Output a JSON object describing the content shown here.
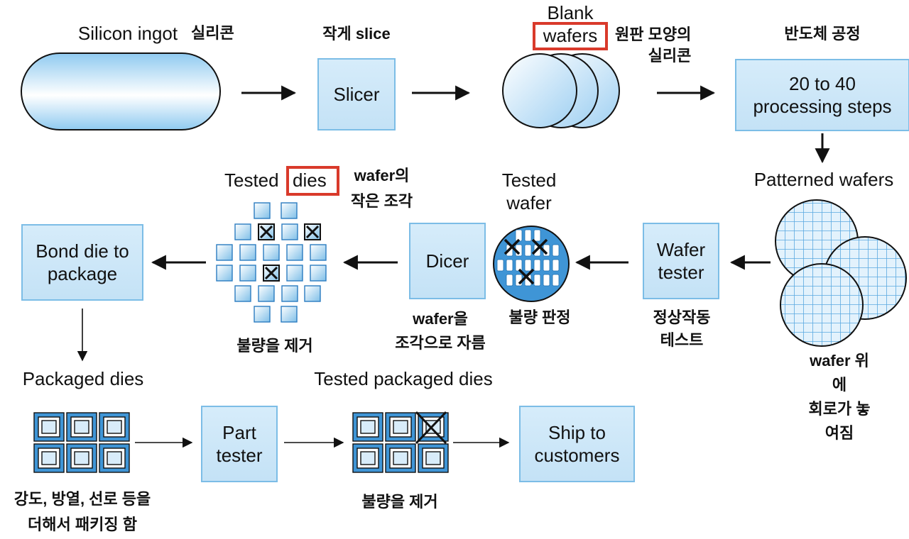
{
  "steps": {
    "silicon_ingot": "Silicon ingot",
    "slicer": "Slicer",
    "blank_wafers_line1": "Blank",
    "blank_wafers_line2": "wafers",
    "processing": "20 to 40\nprocessing steps",
    "patterned_wafers": "Patterned wafers",
    "wafer_tester": "Wafer\ntester",
    "tested_wafer": "Tested\nwafer",
    "dicer": "Dicer",
    "tested_dies_line1": "Tested",
    "tested_dies_line2": "dies",
    "bond_die": "Bond die to\npackage",
    "packaged_dies": "Packaged dies",
    "part_tester": "Part\ntester",
    "tested_packaged_dies": "Tested packaged dies",
    "ship": "Ship to\ncustomers"
  },
  "notes": {
    "ingot_ko": "실리콘",
    "slice_ko": "작게 slice",
    "wafer_shape_ko": "원판 모양의\n실리콘",
    "semiconductor_process_ko": "반도체 공정",
    "die_meaning_ko": "wafer의\n작은 조각",
    "defect_judgment_ko": "불량 판정",
    "cut_wafer_ko": "wafer을\n조각으로 자름",
    "operation_test_ko": "정상작동\n테스트",
    "circuit_on_wafer_ko": "wafer 위에\n회로가 놓여짐",
    "remove_defects_ko": "불량을 제거",
    "packaging_ko": "강도, 방열, 선로 등을\n더해서 패키징 함",
    "remove_defects_2_ko": "불량을 제거"
  },
  "colors": {
    "box_fill": "#c4e2f6",
    "box_border": "#7cbde6",
    "highlight": "#d93a2b",
    "wafer_grid": "#5aa9e0"
  }
}
